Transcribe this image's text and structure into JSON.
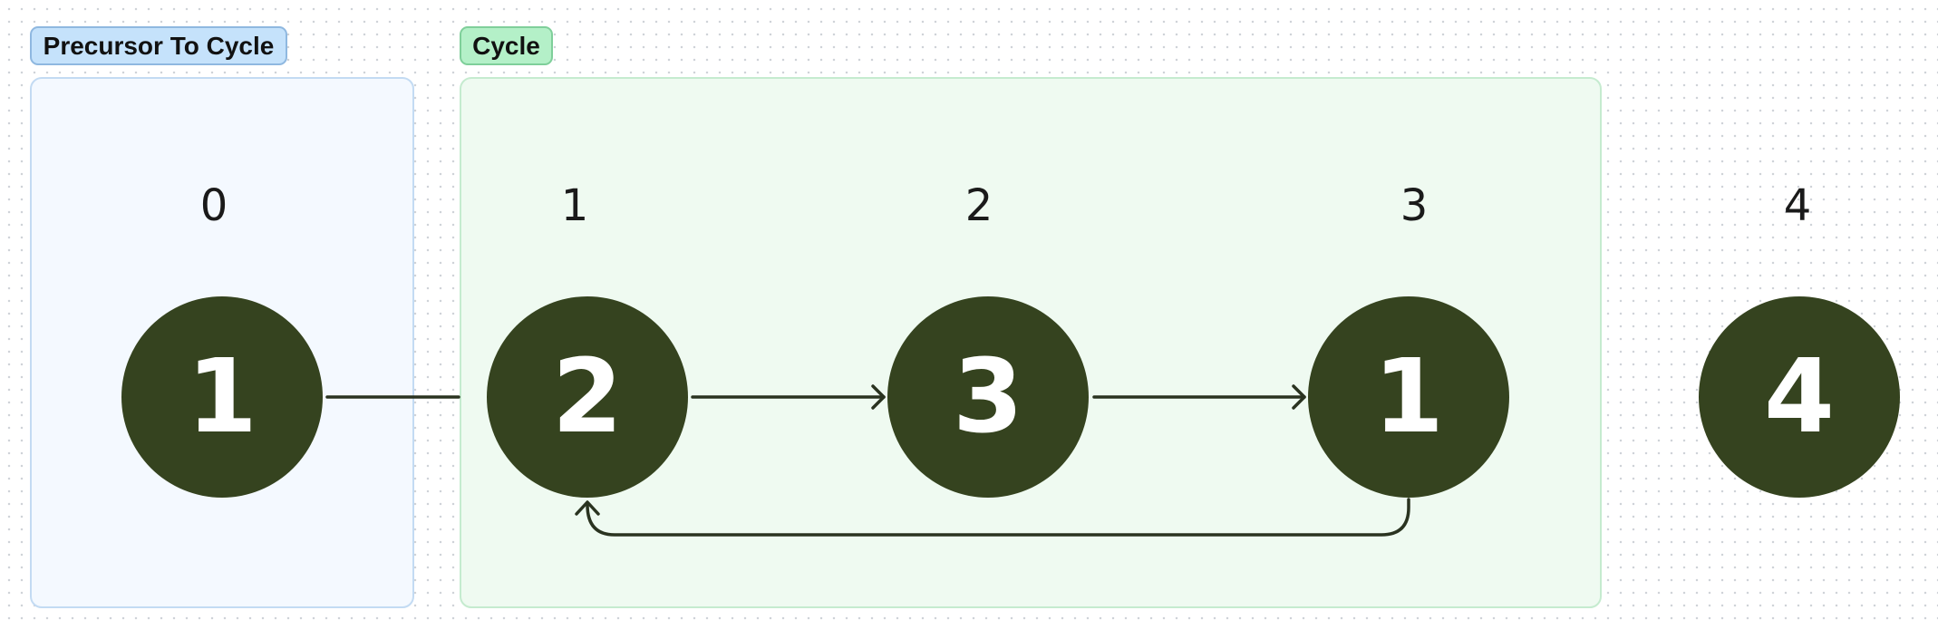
{
  "groups": {
    "precursor": {
      "label": "Precursor To Cycle",
      "fill": "#f4f9ff",
      "border": "#c3dbf3",
      "tag_fill": "#c5e2fb",
      "tag_border": "#8fb8e0"
    },
    "cycle": {
      "label": "Cycle",
      "fill": "#effaf1",
      "border": "#c5ebcf",
      "tag_fill": "#b4f0c8",
      "tag_border": "#7fcf9a"
    }
  },
  "indices": [
    "0",
    "1",
    "2",
    "3",
    "4"
  ],
  "nodes": [
    {
      "index": "0",
      "value": "1"
    },
    {
      "index": "1",
      "value": "2"
    },
    {
      "index": "2",
      "value": "3"
    },
    {
      "index": "3",
      "value": "1"
    },
    {
      "index": "4",
      "value": "4"
    }
  ],
  "edges": [
    {
      "from": "0",
      "to": "1",
      "arrow": false
    },
    {
      "from": "1",
      "to": "2",
      "arrow": true
    },
    {
      "from": "2",
      "to": "3",
      "arrow": true
    },
    {
      "from": "3",
      "to": "1",
      "arrow": true,
      "loop_back": true
    }
  ],
  "colors": {
    "node_fill": "#35431f",
    "node_text": "#ffffff",
    "edge": "#2a3320"
  }
}
